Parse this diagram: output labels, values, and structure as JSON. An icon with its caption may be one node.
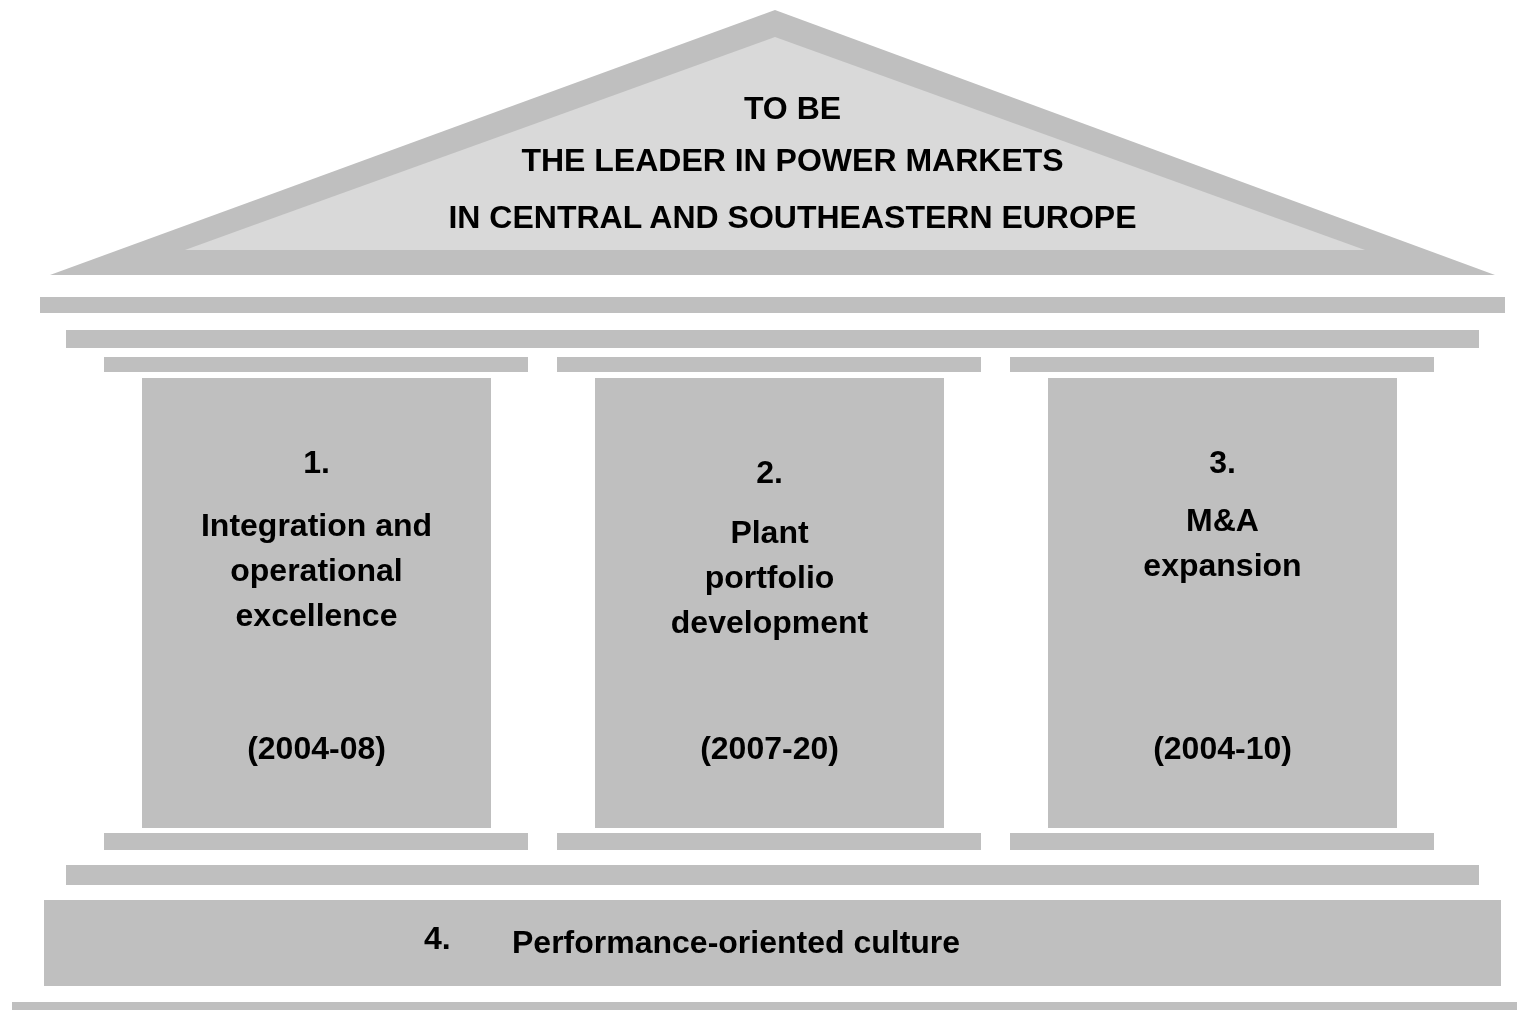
{
  "diagram": {
    "nodes": [
      {
        "text": [
          "TO BE",
          "THE LEADER IN POWER MARKETS",
          "IN CENTRAL AND SOUTHEASTERN EUROPE"
        ]
      },
      {
        "text": [
          "1.",
          "Integration and operational excellence",
          "(2004-08)"
        ]
      },
      {
        "text": [
          "2.",
          "Plant portfolio development",
          "(2007-20)"
        ]
      },
      {
        "text": [
          "3.",
          "M&A expansion",
          "(2004-10)"
        ]
      },
      {
        "text": [
          "4.",
          "Performance-oriented culture"
        ]
      }
    ]
  }
}
